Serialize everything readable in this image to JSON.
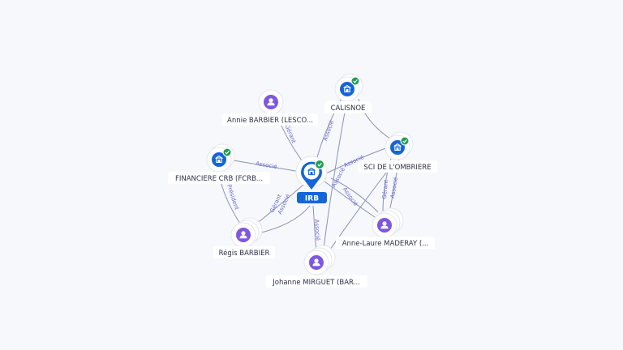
{
  "colors": {
    "person": "#7e57e0",
    "company": "#1565d8",
    "check": "#1e9e55",
    "edge": "#8a93b2",
    "edge_label": "#6a66d8"
  },
  "center": {
    "label": "IRB",
    "icon": "building-icon"
  },
  "nodes": [
    {
      "id": "annie",
      "label": "Annie BARBIER (LESCO...",
      "type": "person",
      "icon": "person-icon"
    },
    {
      "id": "calisnoe",
      "label": "CALISNOE",
      "type": "company",
      "icon": "building-icon",
      "verified": true
    },
    {
      "id": "financiere",
      "label": "FINANCIERE CRB (FCRB...",
      "type": "company",
      "icon": "building-icon",
      "verified": true
    },
    {
      "id": "sci",
      "label": "SCI DE L'OMBRIERE",
      "type": "company",
      "icon": "building-icon",
      "verified": true
    },
    {
      "id": "regis",
      "label": "Régis BARBIER",
      "type": "person",
      "icon": "person-icon"
    },
    {
      "id": "anne",
      "label": "Anne-Laure MADERAY (...",
      "type": "person",
      "icon": "person-icon"
    },
    {
      "id": "johanne",
      "label": "Johanne MIRGUET (BAR...",
      "type": "person",
      "icon": "person-icon"
    }
  ],
  "edges": [
    {
      "id": "annie-irb",
      "label": "Gérant"
    },
    {
      "id": "calisnoe-irb",
      "label": "Associé"
    },
    {
      "id": "financiere-irb",
      "label": "Associé"
    },
    {
      "id": "sci-irb",
      "label": "Associé"
    },
    {
      "id": "regis-irb",
      "label": "Gérant"
    },
    {
      "id": "regis-irb-2",
      "label": "Associé"
    },
    {
      "id": "johanne-irb",
      "label": "Associé"
    },
    {
      "id": "anne-irb",
      "label": "Associé"
    },
    {
      "id": "anne-irb-2",
      "label": "Associé"
    },
    {
      "id": "regis-financiere",
      "label": "Président"
    },
    {
      "id": "anne-sci",
      "label": "Gérant"
    },
    {
      "id": "anne-sci-2",
      "label": "Associé"
    },
    {
      "id": "calisnoe-sci",
      "label": ""
    },
    {
      "id": "calisnoe-johanne",
      "label": ""
    }
  ]
}
